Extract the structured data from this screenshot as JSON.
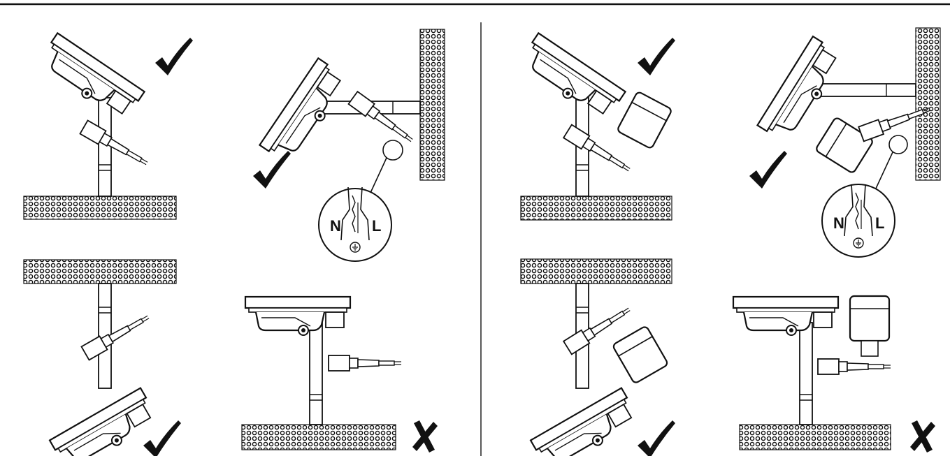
{
  "colors": {
    "ink": "#111111",
    "background": "#ffffff",
    "surface_fill": "#e6e6e6"
  },
  "icons": {
    "allowed": "check-mark-icon",
    "not_allowed": "cross-mark-icon",
    "earth": "ground-symbol-icon"
  },
  "wiring": {
    "left": {
      "neutral": "N",
      "live": "L"
    },
    "right": {
      "neutral": "N",
      "live": "L"
    }
  },
  "panels": [
    {
      "id": "left-top-ground-tilt-up",
      "allowed": true
    },
    {
      "id": "left-top-wall-tilt",
      "allowed": true
    },
    {
      "id": "left-bottom-ceiling-tilt-down",
      "allowed": true
    },
    {
      "id": "left-bottom-ground-horizontal",
      "allowed": false
    },
    {
      "id": "right-top-ground-tilt-up",
      "allowed": true
    },
    {
      "id": "right-top-wall-tilt",
      "allowed": true
    },
    {
      "id": "right-bottom-ceiling-tilt-down",
      "allowed": true
    },
    {
      "id": "right-bottom-ground-horizontal",
      "allowed": false
    }
  ]
}
